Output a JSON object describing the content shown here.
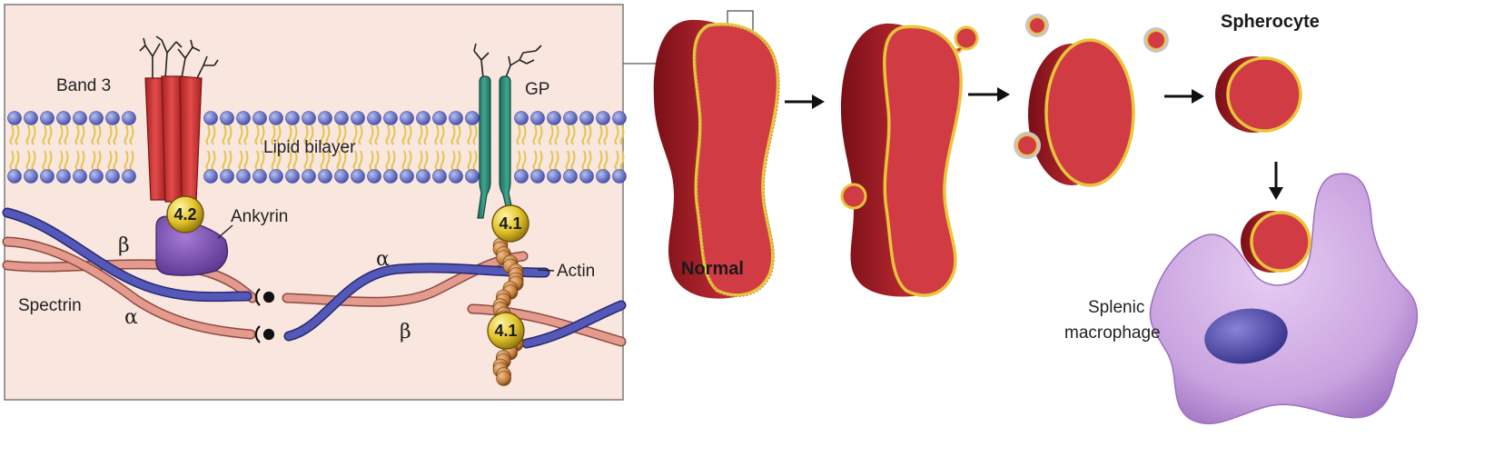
{
  "membrane_panel": {
    "band3": "Band 3",
    "gp": "GP",
    "lipid_bilayer": "Lipid bilayer",
    "ankyrin": "Ankyrin",
    "protein_42": "4.2",
    "protein_41_top": "4.1",
    "protein_41_bottom": "4.1",
    "actin": "Actin",
    "spectrin": "Spectrin",
    "beta_left": "β",
    "alpha_left": "α",
    "alpha_right": "α",
    "beta_right": "β"
  },
  "cell_sequence": {
    "normal": "Normal",
    "spherocyte": "Spherocyte",
    "macrophage_line1": "Splenic",
    "macrophage_line2": "macrophage"
  },
  "colors": {
    "panel_bg": "#f9e6df",
    "lipid_head": "#6c78c9",
    "lipid_tail": "#e6c34a",
    "band3": "#d43a3a",
    "gp": "#2f8f7b",
    "ankyrin": "#7a4fb0",
    "protein_gold": "#e3c32a",
    "actin": "#c07a3b",
    "spectrin_pink": "#e49a8c",
    "spectrin_blue": "#4a4fa8",
    "rbc_interior": "#d13b43",
    "rbc_edge": "#8c141c",
    "membrane_gold": "#e8c53a",
    "macrophage": "#c9a3df",
    "nucleus": "#4f4aa8"
  }
}
